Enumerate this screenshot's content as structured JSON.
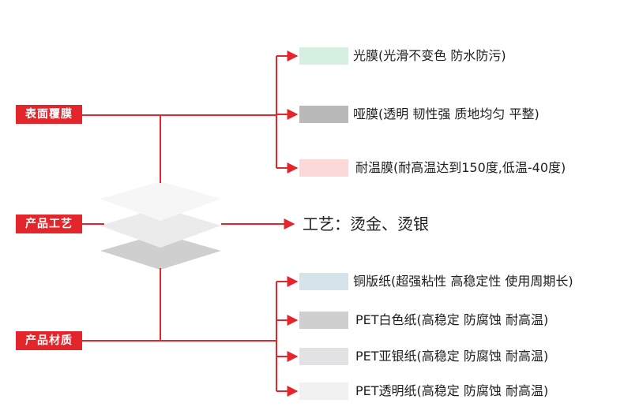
{
  "categories": {
    "surface": {
      "label": "表面覆膜"
    },
    "craft": {
      "label": "产品工艺",
      "detail": "工艺：烫金、烫银"
    },
    "material": {
      "label": "产品材质"
    }
  },
  "surface_items": [
    {
      "text": "光膜(光滑不变色 防水防污)",
      "swatch_color": "#d5efe0"
    },
    {
      "text": "哑膜(透明 韧性强 质地均匀 平整)",
      "swatch_color": "#b9b9b9"
    },
    {
      "text": "耐温膜(耐高温达到150度,低温-40度)",
      "swatch_color": "#fbd9d9"
    }
  ],
  "material_items": [
    {
      "text": "铜版纸(超强粘性 高稳定性 使用周期长)",
      "swatch_color": "#d6e4ea"
    },
    {
      "text": "PET白色纸(高稳定 防腐蚀 耐高温)",
      "swatch_color": "#cfcfcf"
    },
    {
      "text": "PET亚银纸(高稳定 防腐蚀 耐高温)",
      "swatch_color": "#e2e2e4"
    },
    {
      "text": "PET透明纸(高稳定 防腐蚀 耐高温)",
      "swatch_color": "#f1f1f1"
    }
  ],
  "colors": {
    "accent": "#e3262b",
    "line": "#e3262b"
  }
}
